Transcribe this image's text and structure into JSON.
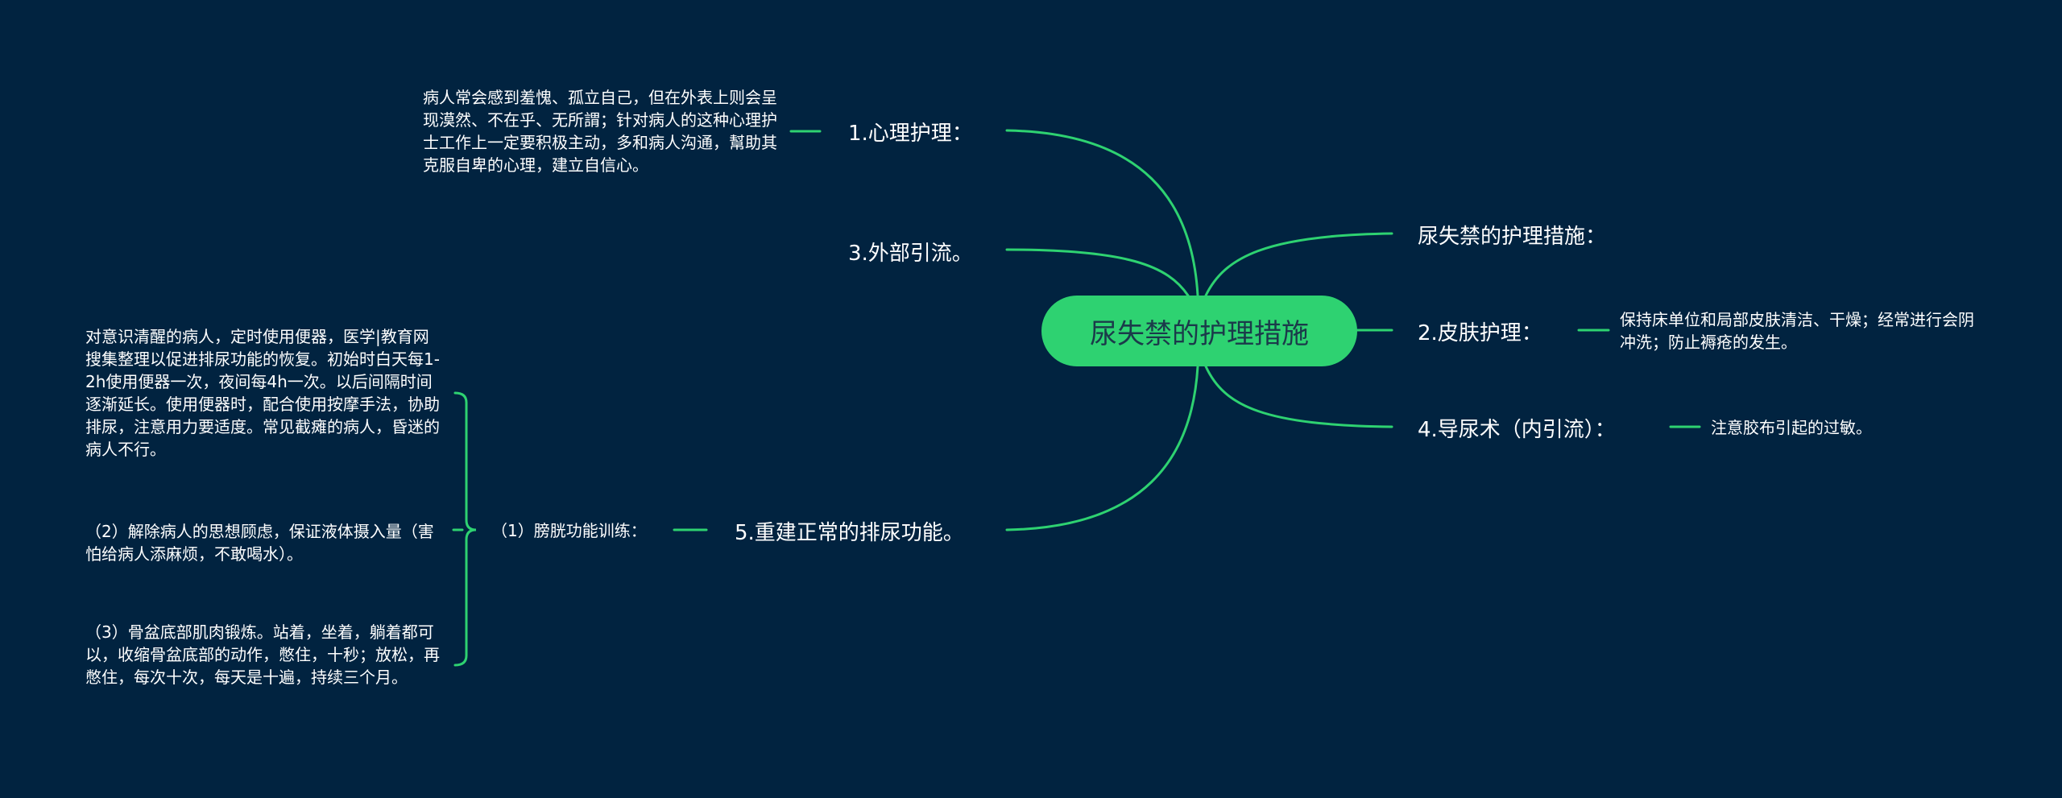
{
  "root": "尿失禁的护理措施",
  "branches": {
    "psych": {
      "label": "1.心理护理：",
      "note": "病人常会感到羞愧、孤立自己，但在外表上则会呈现漠然、不在乎、无所謂；针对病人的这种心理护士工作上一定要积极主动，多和病人沟通，幫助其克服自卑的心理，建立自信心。"
    },
    "external": {
      "label": "3.外部引流。"
    },
    "rebuild": {
      "label": "5.重建正常的排尿功能。",
      "sub": {
        "label": "（1）膀胱功能训练：",
        "items": [
          "对意识清醒的病人，定时使用便器，医学|教育网搜集整理以促进排尿功能的恢复。初始时白天每1-2h使用便器一次，夜间每4h一次。以后间隔时间逐渐延长。使用便器时，配合使用按摩手法，协助排尿，注意用力要适度。常见截瘫的病人，昏迷的病人不行。",
          "（2）解除病人的思想顾虑，保证液体摄入量（害怕给病人添麻烦，不敢喝水）。",
          "（3）骨盆底部肌肉锻炼。站着，坐着，躺着都可以，收缩骨盆底部的动作，憋住，十秒；放松，再憋住，每次十次，每天是十遍，持续三个月。"
        ]
      }
    },
    "measures": {
      "label": "尿失禁的护理措施："
    },
    "skin": {
      "label": "2.皮肤护理：",
      "note": "保持床单位和局部皮肤清洁、干燥；经常进行会阴冲洗；防止褥疮的发生。"
    },
    "catheter": {
      "label": "4.导尿术（内引流）：",
      "note": "注意胶布引起的过敏。"
    }
  },
  "colors": {
    "background": "#012340",
    "line": "#2ed271",
    "root_fill": "#2ed271",
    "root_text": "#1b3a4a"
  }
}
